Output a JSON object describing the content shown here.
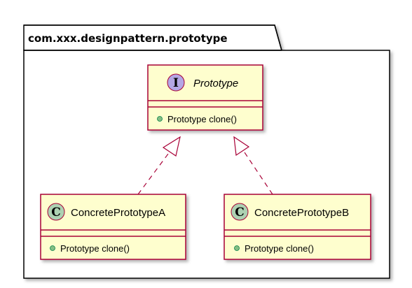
{
  "package": {
    "name": "com.xxx.designpattern.prototype"
  },
  "colors": {
    "class_fill": "#FEFECE",
    "class_border": "#A80036",
    "interface_badge": "#B4A7E5",
    "class_badge": "#ADD1B2",
    "member_dot": "#84BE84",
    "line": "#A80036"
  },
  "classes": [
    {
      "id": "prototype",
      "kind": "interface",
      "badge_letter": "I",
      "name": "Prototype",
      "italic": true,
      "methods": [
        "Prototype clone()"
      ]
    },
    {
      "id": "concreteA",
      "kind": "class",
      "badge_letter": "C",
      "name": "ConcretePrototypeA",
      "italic": false,
      "methods": [
        "Prototype clone()"
      ]
    },
    {
      "id": "concreteB",
      "kind": "class",
      "badge_letter": "C",
      "name": "ConcretePrototypeB",
      "italic": false,
      "methods": [
        "Prototype clone()"
      ]
    }
  ],
  "relations": [
    {
      "from": "concreteA",
      "to": "prototype",
      "type": "realization"
    },
    {
      "from": "concreteB",
      "to": "prototype",
      "type": "realization"
    }
  ]
}
